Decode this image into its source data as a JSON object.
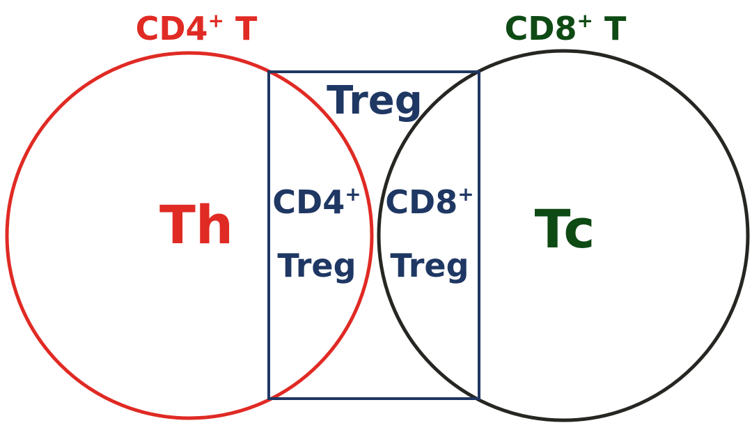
{
  "colors": {
    "cd4": "#e02a24",
    "cd8": "#0e4a14",
    "cd8_outline": "#262622",
    "treg": "#1f3763",
    "background": "#ffffff"
  },
  "left_set": {
    "header_main": "CD4",
    "header_sup": "+",
    "header_suffix": " T",
    "center_label": "Th"
  },
  "right_set": {
    "header_main": "CD8",
    "header_sup": "+",
    "header_suffix": " T",
    "center_label": "Tc"
  },
  "treg_box": {
    "title": "Treg",
    "left_line1_main": "CD4",
    "left_line1_sup": "+",
    "left_line2": "Treg",
    "right_line1_main": "CD8",
    "right_line1_sup": "+",
    "right_line2": "Treg"
  }
}
